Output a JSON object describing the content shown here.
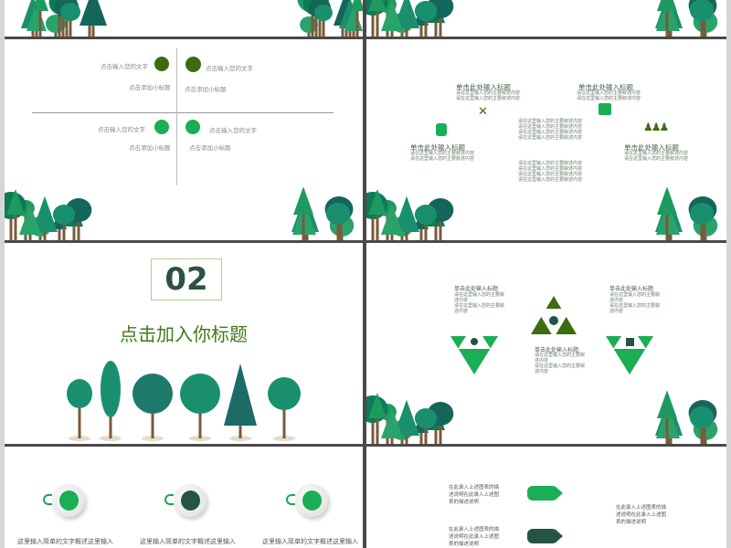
{
  "colors": {
    "dark_green": "#3d6b0f",
    "green": "#1aae55",
    "deep": "#245544",
    "teal": "#1a8f6e"
  },
  "slide_quadrant": {
    "items": [
      {
        "text": "点击输入您的文字",
        "subtitle": "点击添加小标题"
      },
      {
        "text": "点击输入您的文字",
        "subtitle": "点击添加小标题"
      },
      {
        "text": "点击输入您的文字",
        "subtitle": "点击添加小标题"
      },
      {
        "text": "点击输入您的文字",
        "subtitle": "点击添加小标题"
      }
    ]
  },
  "slide_icons": {
    "title": "单击此处输入标题",
    "desc": "请在这里输入您的主要叙述内容",
    "center_desc": "请在这里输入您的主要叙述内容\n请在这里输入您的主要叙述内容\n请在这里输入您的主要叙述内容\n请在这里输入您的主要叙述内容",
    "icons": [
      "chat-person-icon",
      "tools-icon",
      "desk-worker-icon",
      "family-icon"
    ]
  },
  "slide_section": {
    "number": "02",
    "title": "点击加入你标题"
  },
  "slide_triangles": {
    "title": "单击此处输入标题",
    "desc": "请在这里输入您的主要叙\n述内容\n请在这里输入您的主要叙\n述内容",
    "icons": [
      "user-icon",
      "percent-icon",
      "building-icon"
    ]
  },
  "slide_buttons": {
    "caption": "这里输入简单的文字概述这里输入"
  },
  "slide_arrows": {
    "text": "在此录入上述图表的描\n述说明在此录入上述图\n表的描述说明"
  }
}
